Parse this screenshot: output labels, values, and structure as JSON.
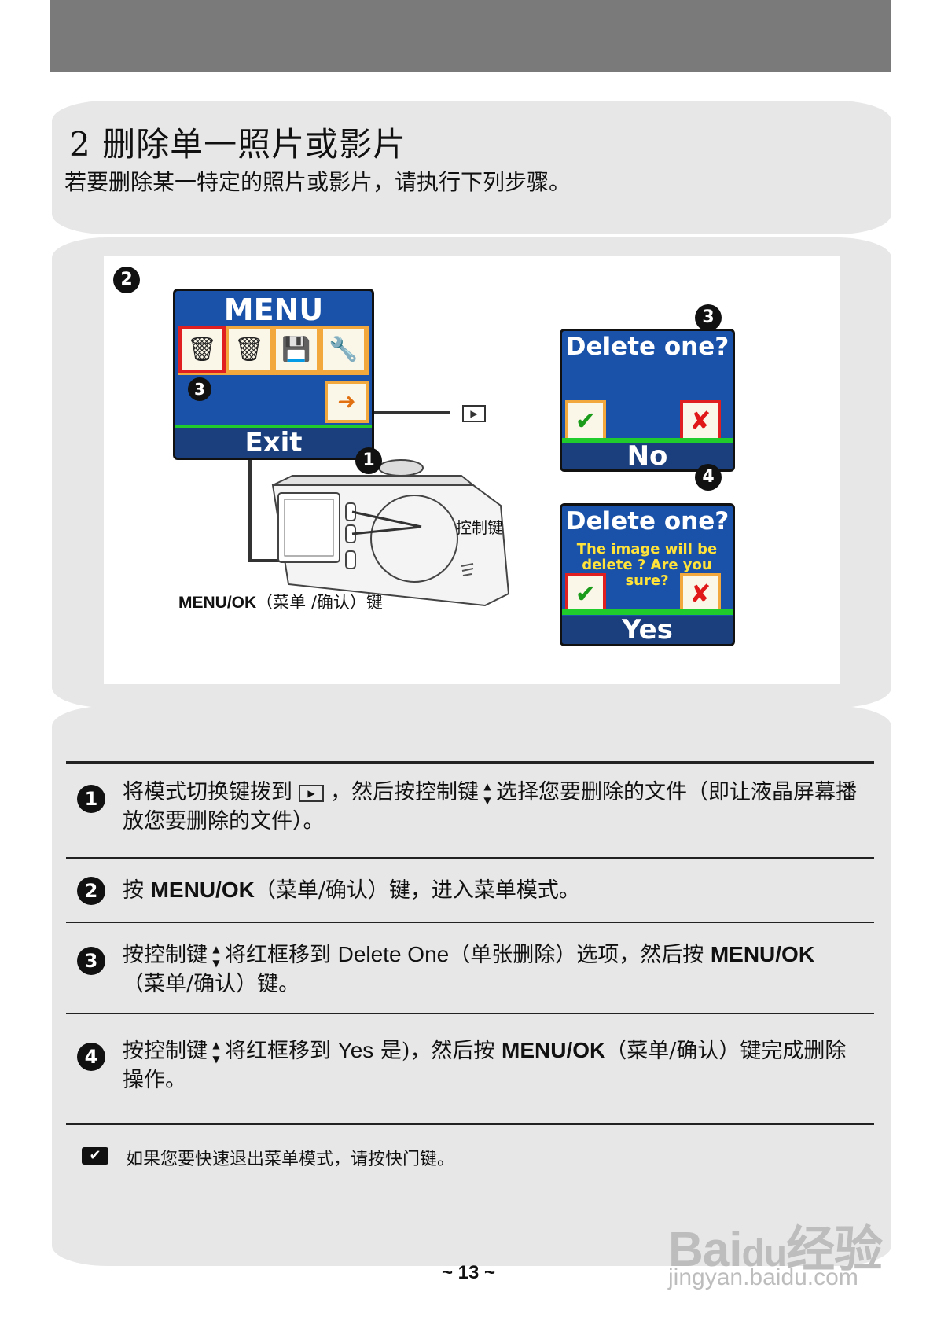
{
  "section": {
    "title": "2 删除单一照片或影片",
    "subtitle": "若要删除某一特定的照片或影片，请执行下列步骤。"
  },
  "figure": {
    "menu_screen": {
      "badge": "2",
      "title": "MENU",
      "selected_badge": "3",
      "icons": [
        "trash-one-icon",
        "trash-all-icon",
        "floppy-disk-icon",
        "wrench-icon"
      ],
      "exit_icon": "exit-door-icon",
      "footer": "Exit"
    },
    "delete_screen_1": {
      "badge": "3",
      "title": "Delete one?",
      "footer": "No"
    },
    "delete_screen_2": {
      "badge": "4",
      "title": "Delete one?",
      "message": "The image will be delete ? Are you sure?",
      "footer": "Yes"
    },
    "camera_badge": "1",
    "play_icon": "play-mode-icon",
    "control_key_label": "控制键",
    "menu_ok_label": "MENU/OK",
    "menu_ok_suffix": "（菜单 /确认）键"
  },
  "steps": [
    {
      "num": "1",
      "a": "将模式切换键拨到",
      "b": "，然后按控制键",
      "c": "选择您要删除的文件（即让液晶屏幕播放您要删除的文件）。"
    },
    {
      "num": "2",
      "a": "按",
      "bold1": "MENU/OK",
      "b": "（菜单/确认）键，进入菜单模式。"
    },
    {
      "num": "3",
      "a": "按控制键",
      "b": "将红框移到",
      "en": "Delete One",
      "c": "（单张删除）选项，然后按",
      "bold1": "MENU/OK",
      "d": "（菜单/确认）键。"
    },
    {
      "num": "4",
      "a": "按控制键",
      "b": "将红框移到",
      "en": "Yes",
      "c": "是)，然后按",
      "bold1": "MENU/OK",
      "d": "（菜单/确认）键完成删除操作。"
    }
  ],
  "note": {
    "icon": "checkmark-note-icon",
    "text": "如果您要快速退出菜单模式，请按快门键。"
  },
  "page_number": "~ 13 ~",
  "watermark": {
    "logo": "Baidu经验",
    "url": "jingyan.baidu.com"
  }
}
